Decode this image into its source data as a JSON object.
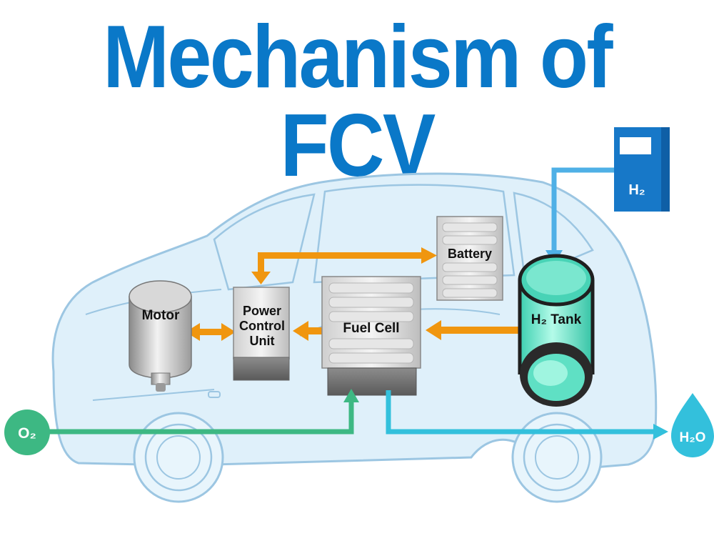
{
  "title": "Mechanism of FCV",
  "labels": {
    "motor": "Motor",
    "pcu_line1": "Power",
    "pcu_line2": "Control",
    "pcu_line3": "Unit",
    "fuel_cell": "Fuel Cell",
    "battery": "Battery",
    "h2_tank": "H₂ Tank",
    "station": "H₂",
    "oxygen": "O₂",
    "water": "H₂O"
  },
  "colors": {
    "title": "#0a78c8",
    "car_fill": "#dff0fa",
    "car_outline": "#9cc6e2",
    "electric_arrow": "#f0960f",
    "hydrogen_line": "#4fb0e6",
    "water_line": "#33c0dc",
    "oxygen_line": "#3db883",
    "station": "#1778c8",
    "tank": "#5fe0c4"
  }
}
